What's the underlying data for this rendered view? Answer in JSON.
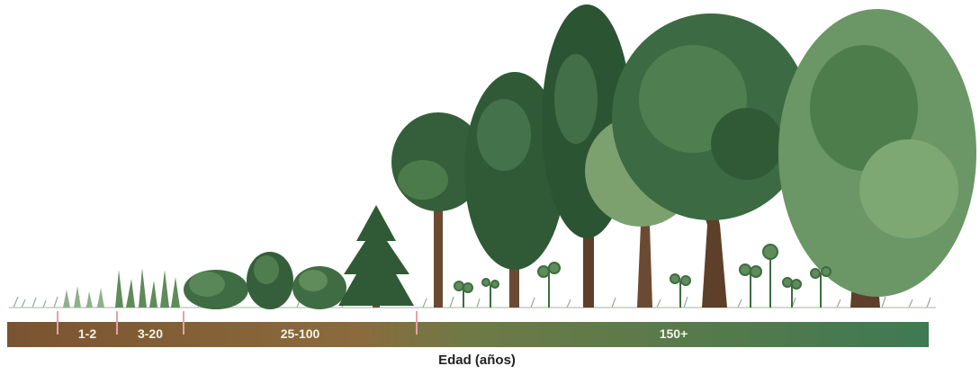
{
  "axis": {
    "title": "Edad (años)",
    "segments": [
      {
        "label": "1-2"
      },
      {
        "label": "3-20"
      },
      {
        "label": "25-100"
      },
      {
        "label": "150+"
      }
    ]
  },
  "colors": {
    "band_start": "#7a5430",
    "band_end": "#3e7a52",
    "tick": "#e8a0a6",
    "foliage_dark": "#2f5a35",
    "foliage_mid": "#4e7d4c",
    "foliage_light": "#8aac74",
    "trunk": "#6b4a33",
    "grass": "#9aa79a"
  }
}
